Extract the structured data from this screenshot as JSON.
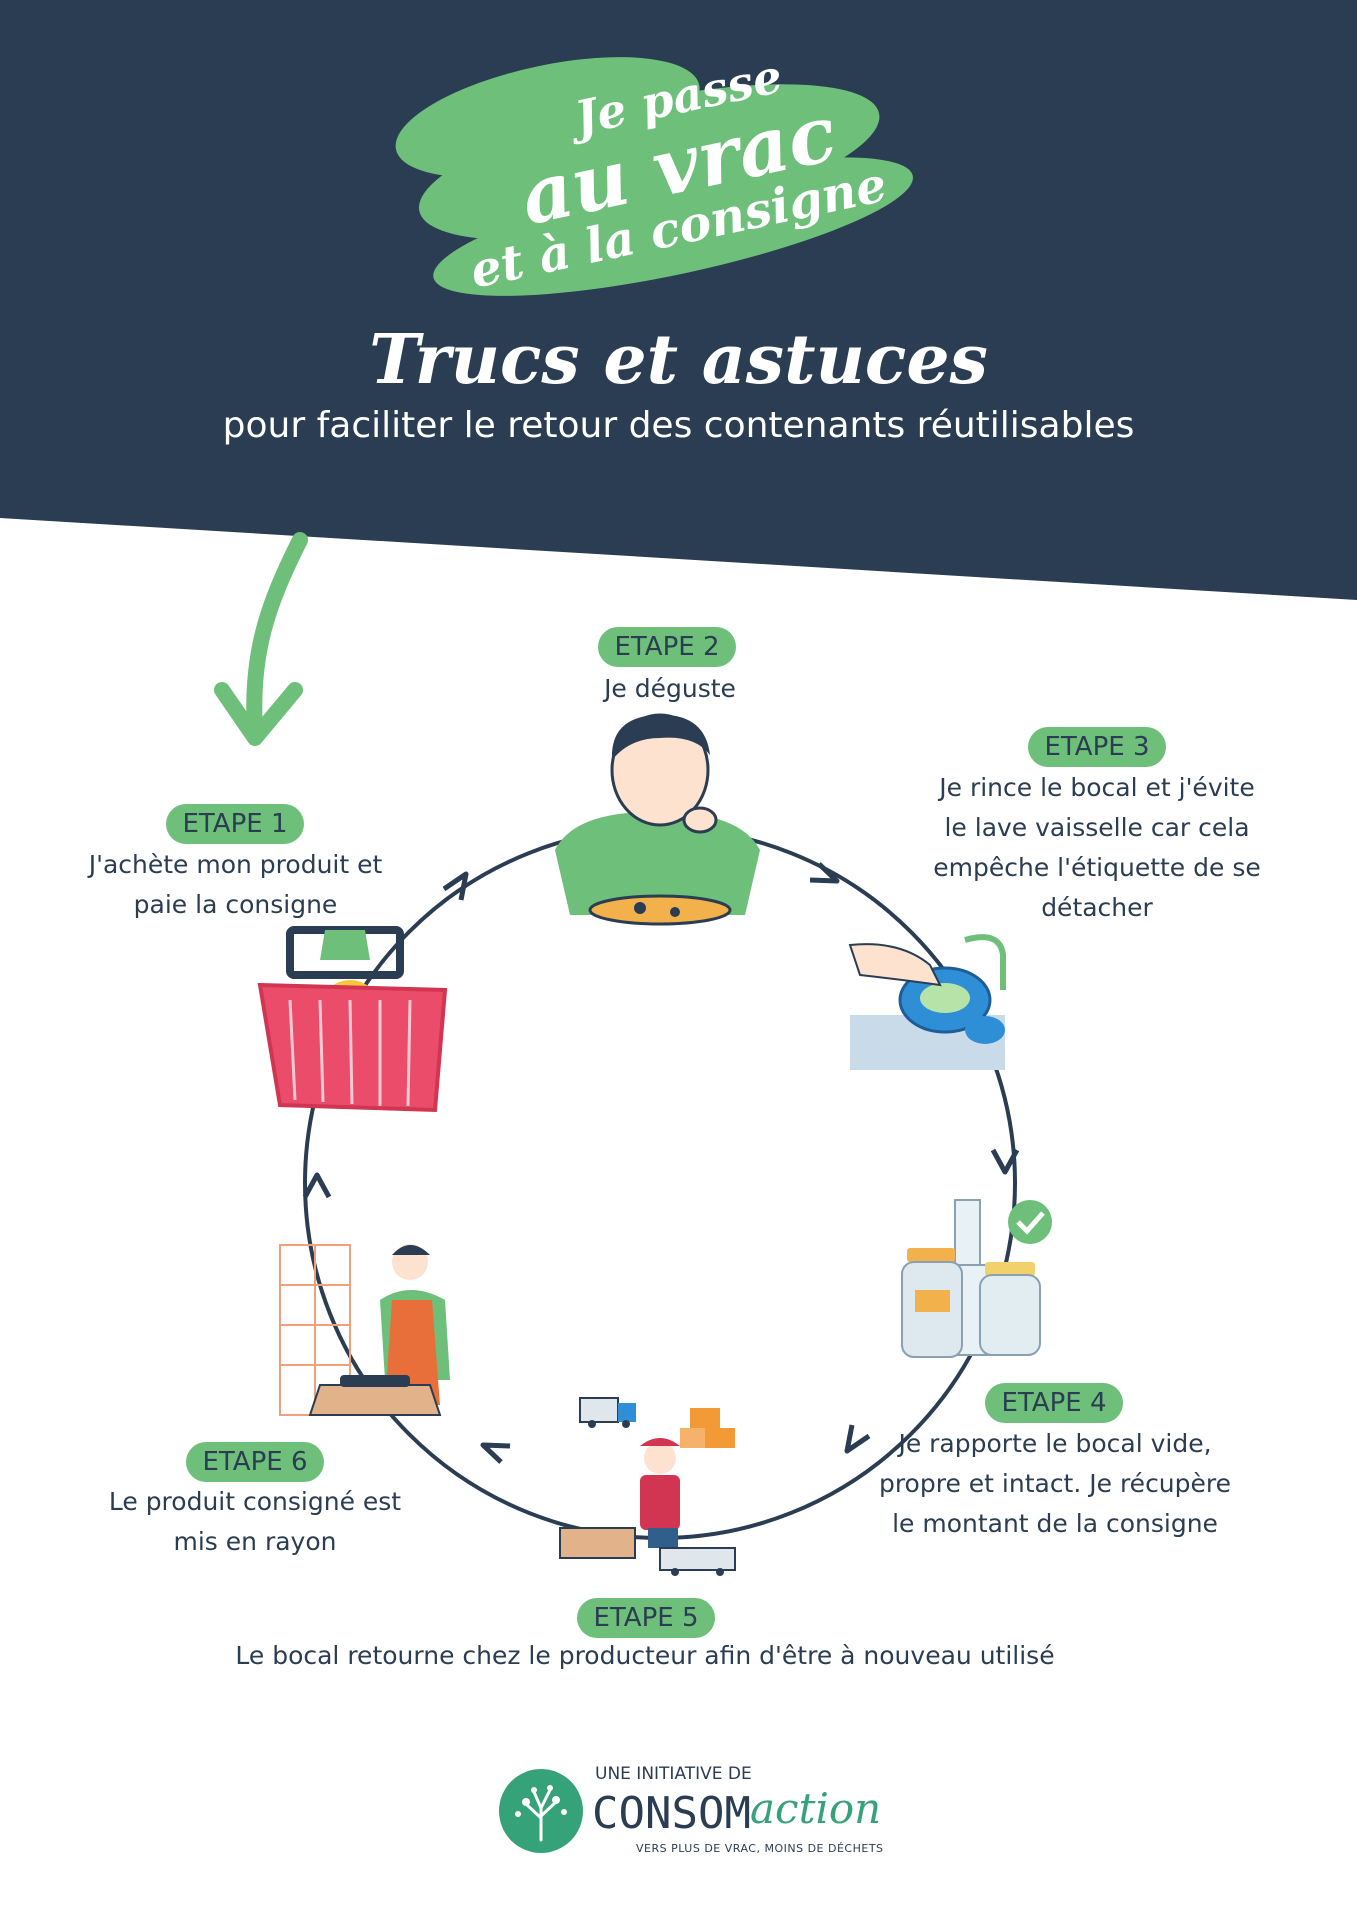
{
  "header": {
    "logo_line1": "Je passe",
    "logo_line2": "au vrac",
    "logo_line3": "et à la consigne",
    "title": "Trucs et astuces",
    "subtitle": "pour faciliter le retour des contenants réutilisables"
  },
  "steps": [
    {
      "label": "ETAPE 1",
      "text": [
        "J'achète mon produit et",
        "paie la consigne"
      ]
    },
    {
      "label": "ETAPE 2",
      "text": [
        "Je déguste"
      ]
    },
    {
      "label": "ETAPE 3",
      "text": [
        "Je rince le bocal et j'évite",
        "le lave vaisselle car cela",
        "empêche l'étiquette de se",
        "détacher"
      ]
    },
    {
      "label": "ETAPE 4",
      "text": [
        "Je rapporte le bocal vide,",
        "propre et intact. Je récupère",
        "le montant de la consigne"
      ]
    },
    {
      "label": "ETAPE 5",
      "text": [
        "Le bocal retourne chez le producteur afin d'être à nouveau utilisé"
      ]
    },
    {
      "label": "ETAPE 6",
      "text": [
        "Le produit consigné est",
        "mis en rayon"
      ]
    }
  ],
  "footer": {
    "initiative": "UNE INITIATIVE DE",
    "brand": "CONSOM",
    "brand_script": "action",
    "tagline": "VERS PLUS DE VRAC, MOINS DE DÉCHETS"
  },
  "colors": {
    "navy": "#2b3d52",
    "green": "#6dbf7a",
    "footer_green": "#36a27a"
  }
}
